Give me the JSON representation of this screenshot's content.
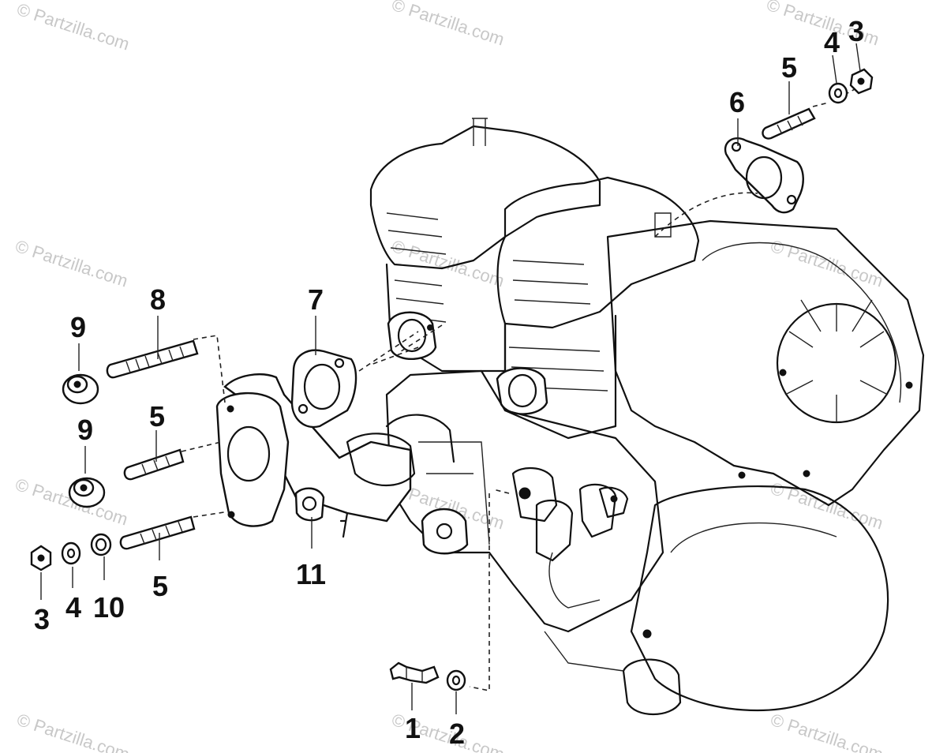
{
  "watermark": {
    "text": "© Partzilla.com",
    "color": "#c8c8c8"
  },
  "callouts": [
    {
      "id": "c1",
      "label": "1"
    },
    {
      "id": "c2",
      "label": "2"
    },
    {
      "id": "c3a",
      "label": "3"
    },
    {
      "id": "c3b",
      "label": "3"
    },
    {
      "id": "c4a",
      "label": "4"
    },
    {
      "id": "c4b",
      "label": "4"
    },
    {
      "id": "c5a",
      "label": "5"
    },
    {
      "id": "c5b",
      "label": "5"
    },
    {
      "id": "c5c",
      "label": "5"
    },
    {
      "id": "c6",
      "label": "6"
    },
    {
      "id": "c7",
      "label": "7"
    },
    {
      "id": "c8",
      "label": "8"
    },
    {
      "id": "c9a",
      "label": "9"
    },
    {
      "id": "c9b",
      "label": "9"
    },
    {
      "id": "c10",
      "label": "10"
    },
    {
      "id": "c11",
      "label": "11"
    }
  ]
}
